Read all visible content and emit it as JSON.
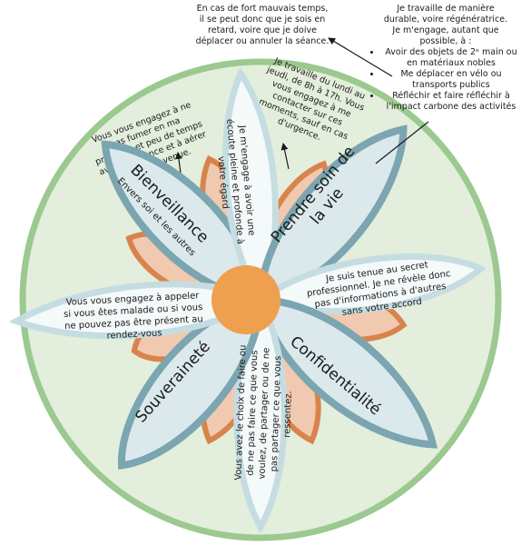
{
  "notes": {
    "weather": [
      "En cas de fort mauvais temps,",
      "il se peut donc que je sois en",
      "retard, voire que je doive",
      "déplacer ou annuler la séance."
    ],
    "durable": {
      "intro": [
        "Je travaille de manière",
        "durable, voire régénératrice.",
        "Je m'engage, autant que",
        "possible, à :"
      ],
      "items": [
        "Avoir des objets de 2ᵉ main ou en matériaux nobles",
        "Me déplacer en vélo ou transports publics",
        "Réfléchir et faire réfléchir à l'impact carbone des activités"
      ]
    }
  },
  "petals": {
    "bienveillance": {
      "title": "Bienveillance",
      "subtitle": "Envers soi et les autres"
    },
    "ecoute": {
      "lines": [
        "Je m'engage à avoir une",
        "écoute pleine et profonde à",
        "votre égard"
      ]
    },
    "prendre_soin": {
      "title_lines": [
        "Prendre soin de",
        "la vie"
      ]
    },
    "secret": {
      "lines": [
        "Je suis tenue au secret",
        "professionnel. Je ne révèle donc",
        "pas d'informations à d'autres",
        "sans votre accord"
      ]
    },
    "confidentialite": {
      "title": "Confidentialité"
    },
    "choix": {
      "lines": [
        "Vous avez le choix de faire ou",
        "de ne pas faire ce que vous",
        "voulez, de partager ou de ne",
        "pas partager ce que vous",
        "ressentez."
      ]
    },
    "souverainete": {
      "title": "Souveraineté"
    },
    "appeler": {
      "lines": [
        "Vous vous engagez à appeler",
        "si vous êtes malade ou si vous",
        "ne pouvez pas être  présent au",
        "rendez-vous"
      ]
    }
  },
  "background_texts": {
    "fumer": [
      "Vous vous engagez à ne",
      "pas fumer en ma",
      "présence et peu de temps",
      "avant la séance et à aérer",
      "avant ma venue."
    ],
    "horaires": [
      "Je travaille du lundi au",
      "jeudi, de 8h à 17h. Vous",
      "vous engagez à me",
      "contacter sur ces",
      "moments, sauf en cas",
      "d'urgence."
    ]
  },
  "colors": {
    "outer_ring": "#9bc98f",
    "disc_fill": "#e3eedc",
    "petal_outline": "#7ba5b0",
    "petal_fill": "#dbe9ec",
    "petal_inner": "#f4f9fa",
    "back_outline": "#d9834c",
    "back_fill": "#f1c9b0",
    "center": "#eea04f"
  }
}
